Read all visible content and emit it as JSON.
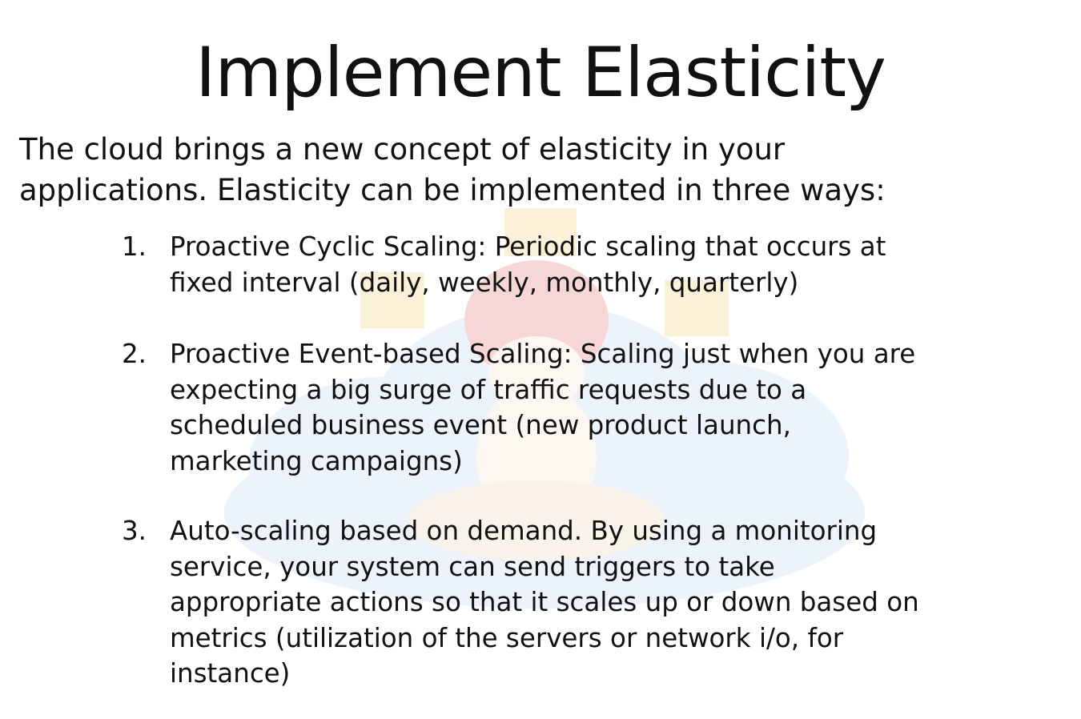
{
  "slide": {
    "title": "Implement Elasticity",
    "intro_lines": [
      "The cloud brings a new concept of elasticity in your",
      "applications. Elasticity can be implemented in three ways:"
    ],
    "items": [
      {
        "number": "1.",
        "lines": [
          "Proactive Cyclic Scaling: Periodic scaling that occurs at",
          "fixed interval (daily, weekly, monthly, quarterly)"
        ]
      },
      {
        "number": "2.",
        "lines": [
          "Proactive Event-based Scaling: Scaling just when you are",
          "expecting a big surge of traffic requests due to a",
          "scheduled business event (new product launch,",
          "marketing campaigns)"
        ]
      },
      {
        "number": "3.",
        "lines": [
          "Auto-scaling based on demand. By using a monitoring",
          "service, your system can send triggers to take",
          "appropriate actions so that it scales up or down based on",
          "metrics (utilization of the servers or network i/o, for",
          "instance)"
        ]
      }
    ]
  },
  "colors": {
    "text": "#111111",
    "background": "#ffffff",
    "watermark_cloud": "#dbe9f7",
    "watermark_box": "#f3d98a",
    "watermark_hat": "#e46a6a"
  },
  "watermark": {
    "icon": "cloud-mascot-watermark-icon"
  }
}
